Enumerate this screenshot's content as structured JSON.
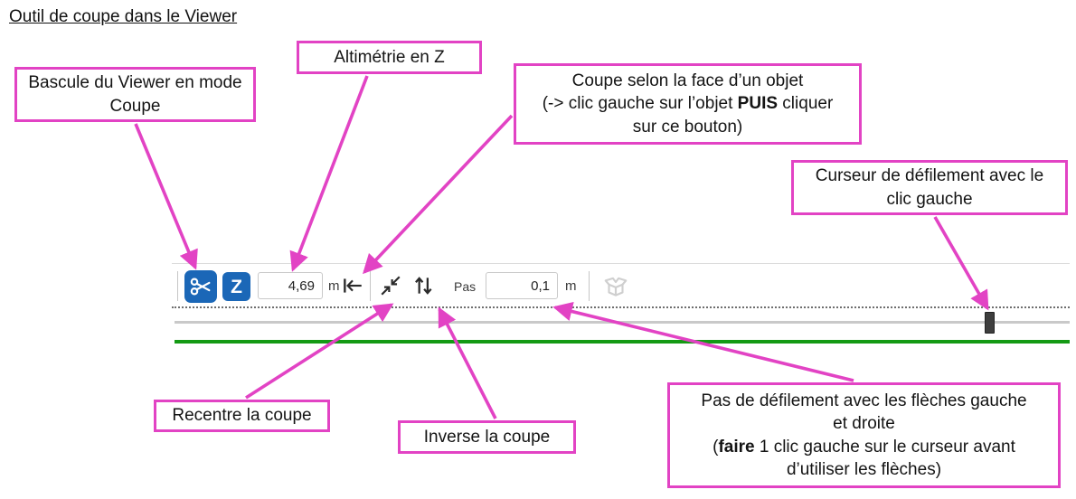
{
  "page": {
    "title": "Outil de coupe dans le Viewer"
  },
  "callouts": {
    "bascule": {
      "text": "Bascule du Viewer en mode Coupe",
      "target": "cut-mode-button"
    },
    "altimetrie": {
      "text": "Altimétrie en Z",
      "target": "altitude-field"
    },
    "coupe_face": {
      "line1": "Coupe selon la face d’un objet",
      "line2_pre": "(-> clic gauche sur l’objet ",
      "line2_bold": "PUIS",
      "line2_post": " cliquer",
      "line3": "sur ce bouton)",
      "target": "cut-on-face-button"
    },
    "curseur": {
      "text": "Curseur de défilement avec le clic gauche",
      "target": "scroll-cursor"
    },
    "recentre": {
      "text": "Recentre la coupe",
      "target": "recenter-cut-button"
    },
    "inverse": {
      "text": "Inverse la coupe",
      "target": "invert-cut-button"
    },
    "pas": {
      "line1": "Pas de défilement avec les flèches gauche",
      "line2": "et droite",
      "line3_pre": "(",
      "line3_bold": "faire",
      "line3_post": " 1 clic gauche sur le curseur avant",
      "line4": "d’utiliser les flèches)",
      "target": "step-field"
    }
  },
  "toolbar": {
    "z_button_label": "Z",
    "altitude_value": "4,69",
    "altitude_unit": "m",
    "step_label": "Pas",
    "step_value": "0,1",
    "step_unit": "m"
  },
  "icons": {
    "cut": "scissors-icon",
    "cut_on_face": "arrow-to-bar-left-icon",
    "recenter": "diagonal-collapse-arrows-icon",
    "invert": "up-down-arrows-icon",
    "box": "open-box-icon"
  },
  "slider": {
    "thumb": "dark-gray cursor on light track, near right end"
  },
  "colors": {
    "accent_pink": "#e243c4",
    "button_blue": "#1b67b7",
    "line_green": "#149a14",
    "icon_gray": "#2b2b2b",
    "disabled_gray": "#cfcfcf"
  }
}
